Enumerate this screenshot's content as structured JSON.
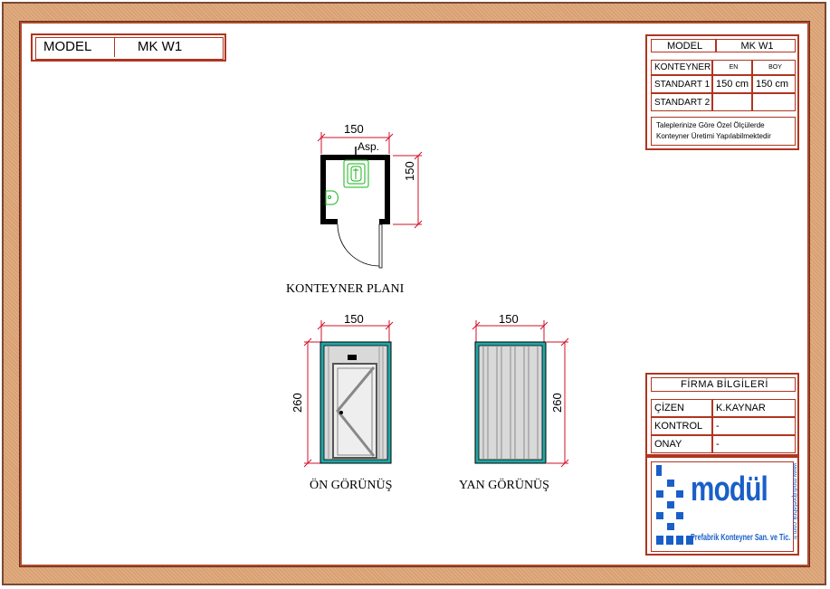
{
  "title_block": {
    "model_label": "MODEL",
    "model_value": "MK W1"
  },
  "spec_table": {
    "model_label": "MODEL",
    "model_value": "MK W1",
    "col_main": "KONTEYNER",
    "col_en": "EN",
    "col_boy": "BOY",
    "rows": [
      {
        "label": "STANDART 1",
        "en": "150 cm",
        "boy": "150 cm"
      },
      {
        "label": "STANDART 2",
        "en": "",
        "boy": ""
      }
    ],
    "note_line1": "Taleplerinize Göre Özel Ölçülerde",
    "note_line2": "Konteyner Üretimi Yapılabilmektedir"
  },
  "firma": {
    "title": "FİRMA BİLGİLERİ",
    "rows": [
      {
        "label": "ÇİZEN",
        "value": "K.KAYNAR"
      },
      {
        "label": "KONTROL",
        "value": "-"
      },
      {
        "label": "ONAY",
        "value": "-"
      }
    ]
  },
  "logo": {
    "brand": "modül",
    "tagline": "Prefabrik Konteyner San. ve Tic.",
    "url": "www.modulprefabrik.com.tr",
    "brand_color": "#1a5fc8"
  },
  "plan": {
    "caption": "KONTEYNER PLANI",
    "width_dim": "150",
    "depth_dim": "150",
    "asp_label": "Asp."
  },
  "front_view": {
    "caption": "ÖN  GÖRÜNÜŞ",
    "width_dim": "150",
    "height_dim": "260"
  },
  "side_view": {
    "caption": "YAN  GÖRÜNÜŞ",
    "width_dim": "150",
    "height_dim": "260"
  },
  "colors": {
    "frame": "#d9a071",
    "table_line": "#b03520",
    "teal": "#22a6a6",
    "dim_red": "#d0102a",
    "fixture_green": "#17b31a"
  }
}
